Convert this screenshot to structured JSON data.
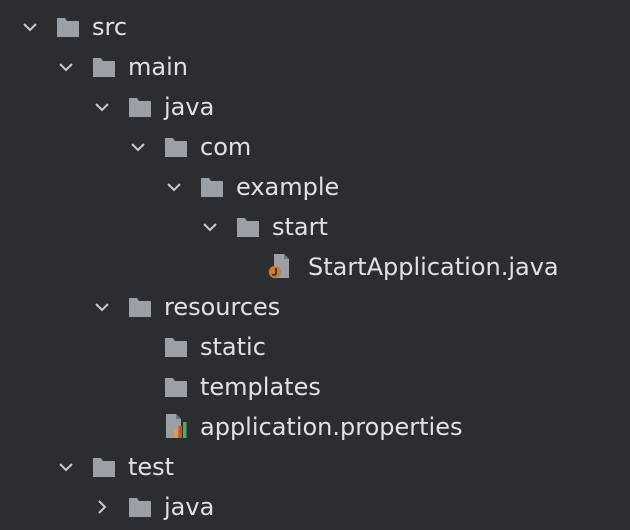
{
  "tree": {
    "nodes": [
      {
        "label": "src",
        "depth": 0,
        "type": "folder",
        "expanded": true
      },
      {
        "label": "main",
        "depth": 1,
        "type": "folder",
        "expanded": true
      },
      {
        "label": "java",
        "depth": 2,
        "type": "folder",
        "expanded": true
      },
      {
        "label": "com",
        "depth": 3,
        "type": "folder",
        "expanded": true
      },
      {
        "label": "example",
        "depth": 4,
        "type": "folder",
        "expanded": true
      },
      {
        "label": "start",
        "depth": 5,
        "type": "folder",
        "expanded": true
      },
      {
        "label": "StartApplication.java",
        "depth": 6,
        "type": "java-file"
      },
      {
        "label": "resources",
        "depth": 2,
        "type": "folder",
        "expanded": true
      },
      {
        "label": "static",
        "depth": 3,
        "type": "folder"
      },
      {
        "label": "templates",
        "depth": 3,
        "type": "folder"
      },
      {
        "label": "application.properties",
        "depth": 3,
        "type": "properties-file"
      },
      {
        "label": "test",
        "depth": 1,
        "type": "folder",
        "expanded": true
      },
      {
        "label": "java",
        "depth": 2,
        "type": "folder",
        "expanded": false
      }
    ]
  },
  "colors": {
    "background": "#2b2d30",
    "text": "#dfe1e5",
    "folder_icon": "#9aa0a6",
    "chevron": "#c9ccd1",
    "java_badge": "#c77c3a",
    "chart_bars": [
      "#e0a030",
      "#d04a3a",
      "#4caf50"
    ]
  }
}
